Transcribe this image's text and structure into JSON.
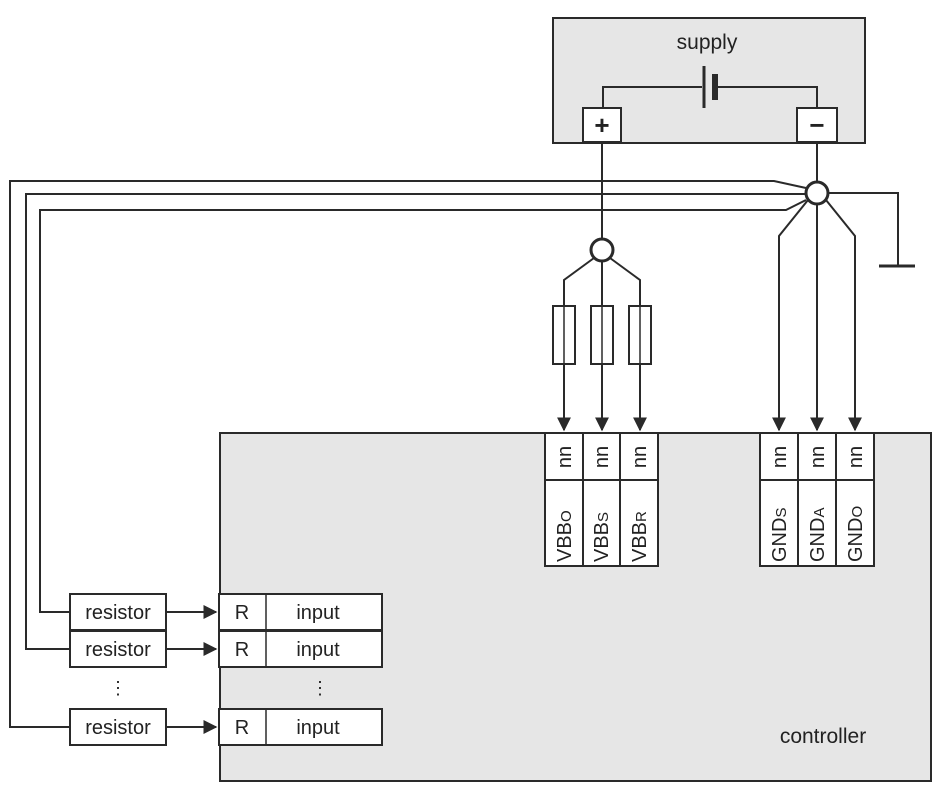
{
  "supply": {
    "label": "supply",
    "plus": "+",
    "minus": "−"
  },
  "controller": {
    "label": "controller"
  },
  "vbb_terminals": [
    {
      "pin": "nn",
      "name": "VBB",
      "sub": "O"
    },
    {
      "pin": "nn",
      "name": "VBB",
      "sub": "S"
    },
    {
      "pin": "nn",
      "name": "VBB",
      "sub": "R"
    }
  ],
  "gnd_terminals": [
    {
      "pin": "nn",
      "name": "GND",
      "sub": "S"
    },
    {
      "pin": "nn",
      "name": "GND",
      "sub": "A"
    },
    {
      "pin": "nn",
      "name": "GND",
      "sub": "O"
    }
  ],
  "inputs": [
    {
      "resistor": "resistor",
      "r": "R",
      "input": "input"
    },
    {
      "resistor": "resistor",
      "r": "R",
      "input": "input"
    },
    {
      "resistor": "resistor",
      "r": "R",
      "input": "input"
    }
  ],
  "ellipsis": {
    "resistor": "⋮",
    "input": "⋮"
  }
}
